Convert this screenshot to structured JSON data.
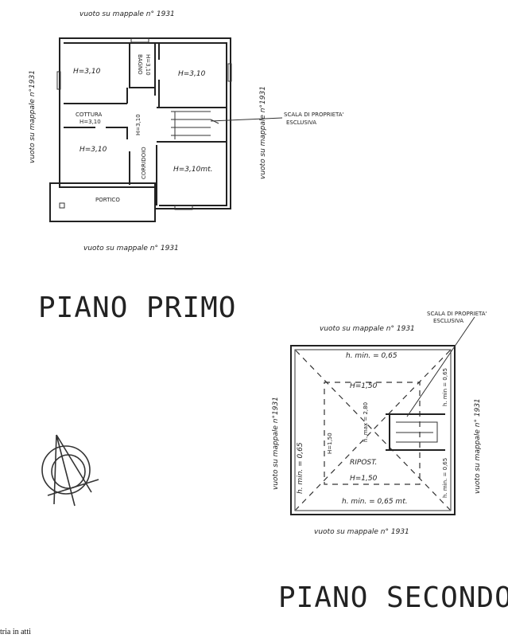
{
  "piano_primo": {
    "title": "PIANO PRIMO",
    "top_label": "vuoto su mappale n° 1931",
    "bottom_label": "vuoto su mappale n° 1931",
    "left_label": "vuoto su mappale n°1931",
    "right_label": "vuoto su mappale n°1931",
    "stair_label_1": "SCALA DI PROPRIETA'",
    "stair_label_2": "ESCLUSIVA",
    "rooms": {
      "top_left": "H=3,10",
      "bagno": "BAGNO",
      "bagno_h": "H=3,10",
      "top_right": "H=3,10",
      "cottura": "COTTURA",
      "cottura_h": "H=3,10",
      "corridoio": "CORRIDOIO",
      "corridoio_h": "H=3,10",
      "bottom_left": "H=3,10",
      "bottom_right": "H=3,10mt.",
      "portico": "PORTICO"
    }
  },
  "piano_secondo": {
    "title": "PIANO SECONDO",
    "top_label": "vuoto su mappale n° 1931",
    "bottom_label": "vuoto su mappale n° 1931",
    "left_label": "vuoto su mappale n°1931",
    "right_label": "vuoto su mappale n° 1931",
    "stair_label_1": "SCALA DI PROPRIETA'",
    "stair_label_2": "ESCLUSIVA",
    "h_min_top": "h. min. = 0,65",
    "h_min_bottom": "h. min. = 0,65 mt.",
    "h_min_left": "h. min. = 0,65",
    "h_min_right_top": "h. min = 0,65",
    "h_min_right_bottom": "h. min. = 0,65",
    "h_top": "H=1,50",
    "h_bottom": "H=1,50",
    "h_left": "H=1,50",
    "h_max": "h. max = 2,80",
    "ripost": "RIPOST."
  },
  "footer_text": "tria in atti"
}
